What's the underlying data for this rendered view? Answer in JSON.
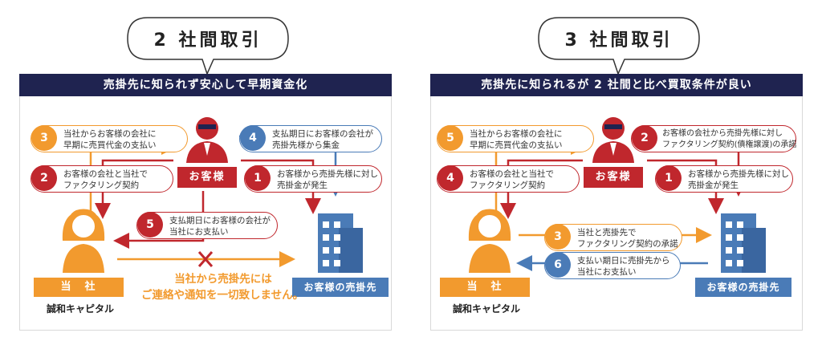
{
  "left": {
    "bubble_title": "2 社間取引",
    "header": "売掛先に知られず安心して早期資金化",
    "steps": [
      {
        "num": "3",
        "line1": "当社からお客様の会社に",
        "line2": "早期に売買代金の支払い"
      },
      {
        "num": "4",
        "line1": "支払期日にお客様の会社が",
        "line2": "売掛先様から集金"
      },
      {
        "num": "2",
        "line1": "お客様の会社と当社で",
        "line2": "ファクタリング契約"
      },
      {
        "num": "1",
        "line1": "お客様から売掛先様に対し",
        "line2": "売掛金が発生"
      },
      {
        "num": "5",
        "line1": "支払期日にお客様の会社が",
        "line2": "当社にお支払い"
      }
    ],
    "customer_label": "お客様",
    "toshya_label": "当　社",
    "company_name": "誠和キャピタル",
    "seller_label": "お客様の売掛先",
    "note_line1": "当社から売掛先には",
    "note_line2": "ご連絡や通知を一切致しません。"
  },
  "right": {
    "bubble_title": "3 社間取引",
    "header": "売掛先に知られるが 2 社間と比べ買取条件が良い",
    "steps": [
      {
        "num": "5",
        "line1": "当社からお客様の会社に",
        "line2": "早期に売買代金の支払い"
      },
      {
        "num": "2",
        "line1": "お客様の会社から売掛先様に対し",
        "line2": "ファクタリング契約(債権譲渡)の承諾"
      },
      {
        "num": "4",
        "line1": "お客様の会社と当社で",
        "line2": "ファクタリング契約"
      },
      {
        "num": "1",
        "line1": "お客様から売掛先様に対し",
        "line2": "売掛金が発生"
      },
      {
        "num": "3",
        "line1": "当社と売掛先で",
        "line2": "ファクタリング契約の承諾"
      },
      {
        "num": "6",
        "line1": "支払い期日に売掛先から",
        "line2": "当社にお支払い"
      }
    ],
    "customer_label": "お客様",
    "toshya_label": "当　社",
    "company_name": "誠和キャピタル",
    "seller_label": "お客様の売掛先"
  },
  "colors": {
    "navy": "#1f2350",
    "orange": "#f29a2e",
    "red": "#c0272d",
    "blue": "#4a7bb7"
  }
}
